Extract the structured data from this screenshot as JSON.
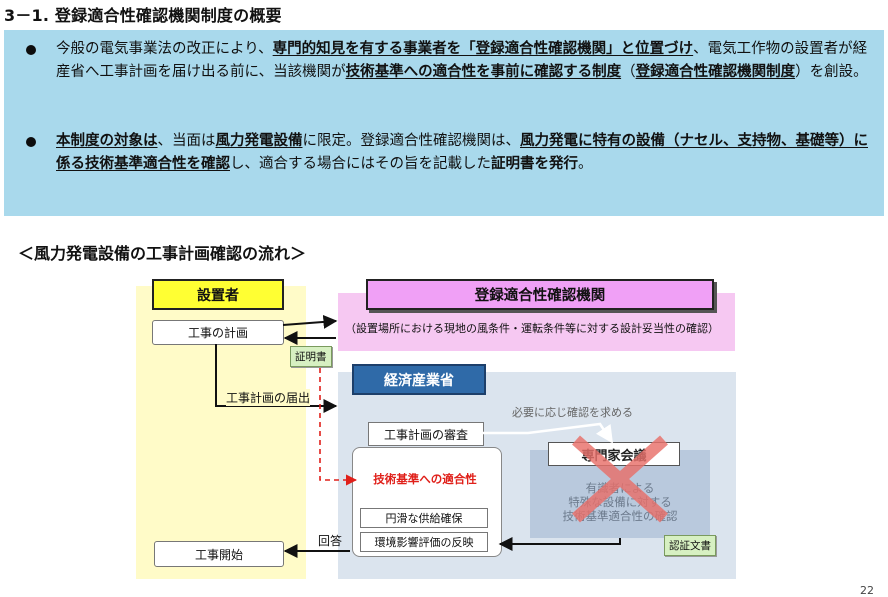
{
  "page": {
    "title": "3－1. 登録適合性確認機関制度の概要",
    "page_number": "22"
  },
  "summary": {
    "bullet1": {
      "p1": "今般の電気事業法の改正により、",
      "u1": "専門的知見を有する事業者を「登録適合性確認機関」と位置づけ",
      "p2": "、電気工作物の設置者が経産省へ工事計画を届け出る前に、当該機関が",
      "u2": "技術基準への適合性を事前に確認する制度",
      "p3": "（",
      "u3": "登録適合性確認機関制度",
      "p4": "）を創設。"
    },
    "bullet2": {
      "u1": "本制度の対象は",
      "p1": "、当面は",
      "u2": "風力発電設備",
      "p2": "に限定。登録適合性確認機関は、",
      "u3": "風力発電に特有の設備（ナセル、支持物、基礎等）に係る技術基準適合性を確認",
      "p3": "し、適合する場合にはその旨を記載した",
      "b1": "証明書を発行",
      "p4": "。"
    }
  },
  "flow": {
    "heading": "＜風力発電設備の工事計画確認の流れ＞",
    "setchisha_header": "設置者",
    "kikan_header": "登録適合性確認機関",
    "meti_header": "経済産業省",
    "plan_label": "工事の計画",
    "kikan_confirm": "（設置場所における現地の風条件・運転条件等に対する設計妥当性の確認）",
    "certificate_tag": "証明書",
    "submit_label": "工事計画の届出",
    "need_note": "必要に応じ確認を求める",
    "review_label": "工事計画の審査",
    "compliance_label": "技術基準への適合性",
    "supply_label": "円滑な供給確保",
    "env_label": "環境影響評価の反映",
    "expert_header": "専門家会議",
    "expert_desc_1": "有識者による",
    "expert_desc_2": "特殊な設備に対する",
    "expert_desc_3": "技術基準適合性の確認",
    "answer_label": "回答",
    "start_label": "工事開始",
    "ninsho_tag": "認証文書"
  },
  "colors": {
    "summary_bg": "#a9d9ec",
    "setchisha_bg": "#fffbc8",
    "setchisha_header": "#ffff33",
    "kikan_bg": "#f6c8f2",
    "kikan_header": "#f0a0f6",
    "meti_bg": "#dbe4ee",
    "meti_header": "#2f6aa8",
    "compliance_text": "#e0201a",
    "cross_mark": "#e8706a",
    "cert_tag": "#d7f0c2"
  },
  "icons": {
    "bullet": "black-circle-bullet",
    "cross": "red-x-cross-icon"
  }
}
